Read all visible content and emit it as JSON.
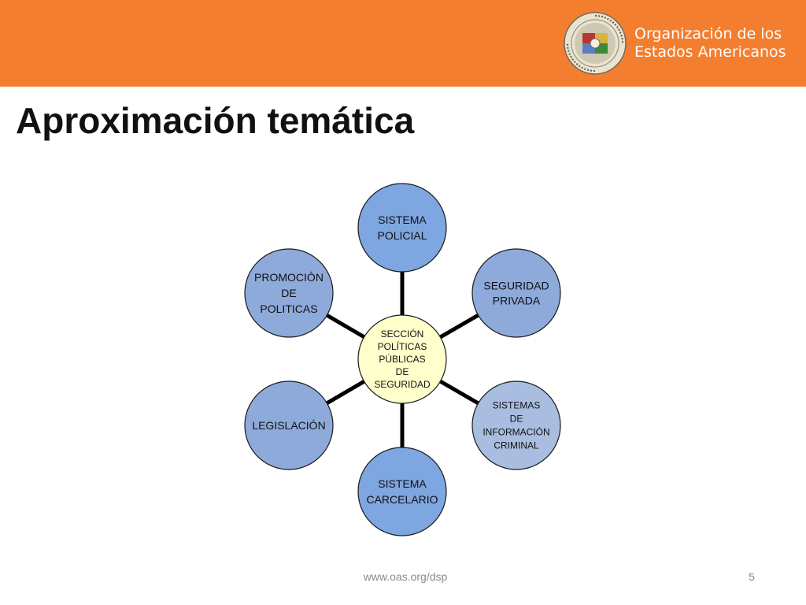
{
  "header": {
    "org_name_line1": "Organización de los",
    "org_name_line2": "Estados Americanos",
    "seal_icon": "oas-seal-icon",
    "bar_color": "#F47E2F"
  },
  "slide": {
    "title": "Aproximación temática"
  },
  "diagram": {
    "center": {
      "lines": [
        "SECCIÓN",
        "POLÍTICAS",
        "PÚBLICAS",
        "DE",
        "SEGURIDAD"
      ],
      "fill": "#FFFFCC"
    },
    "nodes": [
      {
        "id": "sistema-policial",
        "lines": [
          "SISTEMA",
          "POLICIAL"
        ],
        "fill": "#7EA6E0"
      },
      {
        "id": "seguridad-privada",
        "lines": [
          "SEGURIDAD",
          "PRIVADA"
        ],
        "fill": "#8EAADB"
      },
      {
        "id": "sistemas-informacion-criminal",
        "lines": [
          "SISTEMAS",
          "DE",
          "INFORMACIÓN",
          "CRIMINAL"
        ],
        "fill": "#A9BDE0"
      },
      {
        "id": "sistema-carcelario",
        "lines": [
          "SISTEMA",
          "CARCELARIO"
        ],
        "fill": "#7EA6E0"
      },
      {
        "id": "legislacion",
        "lines": [
          "LEGISLACIÓN"
        ],
        "fill": "#8EAADB"
      },
      {
        "id": "promocion-politicas",
        "lines": [
          "PROMOCIÓN",
          "DE",
          "POLITICAS"
        ],
        "fill": "#8EAADB"
      }
    ]
  },
  "footer": {
    "url": "www.oas.org/dsp",
    "page_number": "5"
  }
}
